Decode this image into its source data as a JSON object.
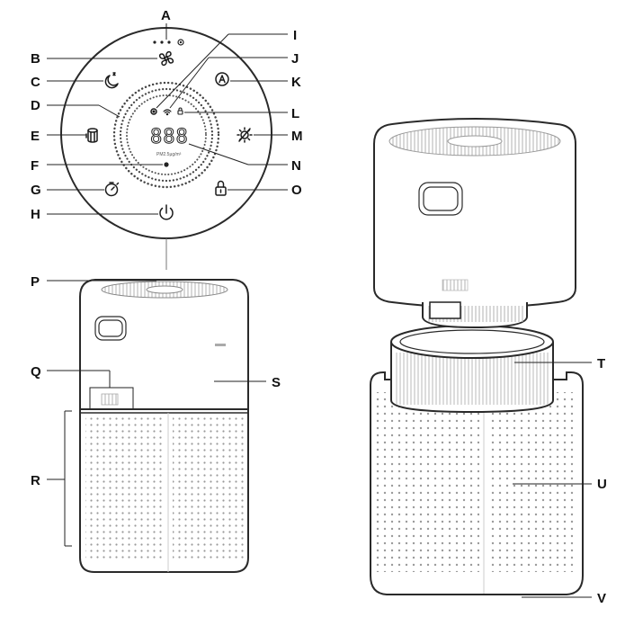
{
  "callouts": {
    "A": "A",
    "B": "B",
    "C": "C",
    "D": "D",
    "E": "E",
    "F": "F",
    "G": "G",
    "H": "H",
    "I": "I",
    "J": "J",
    "K": "K",
    "L": "L",
    "M": "M",
    "N": "N",
    "O": "O",
    "P": "P",
    "Q": "Q",
    "R": "R",
    "S": "S",
    "T": "T",
    "U": "U",
    "V": "V"
  },
  "display": {
    "digits": "888",
    "unit": "PM2.5μg/m³"
  },
  "icons": {
    "B": "fan-icon",
    "C": "sleep-mode-icon",
    "E": "filter-icon",
    "G": "timer-icon",
    "H": "power-icon",
    "I": "pm-sensor-indicator-icon",
    "J": "wifi-icon",
    "K": "auto-mode-icon",
    "L": "lock-indicator-icon",
    "M": "light-icon",
    "O": "child-lock-icon"
  },
  "colors": {
    "line": "#222222",
    "background": "#ffffff"
  }
}
